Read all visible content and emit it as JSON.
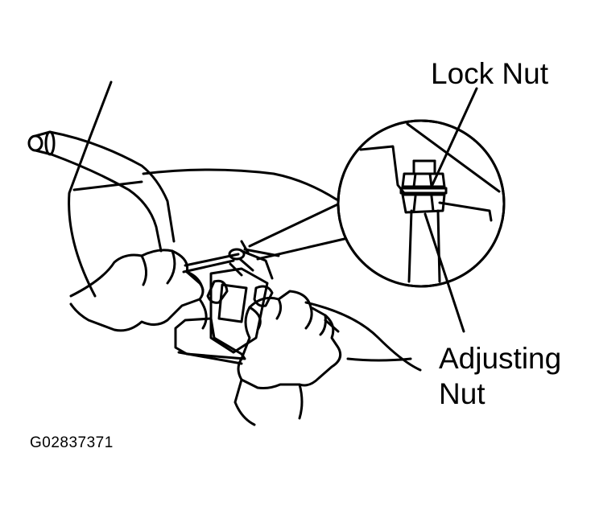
{
  "callouts": {
    "lock_nut": "Lock Nut",
    "adjusting_nut_line1": "Adjusting",
    "adjusting_nut_line2": "Nut"
  },
  "figure_code": "G02837371",
  "colors": {
    "ink": "#000000",
    "paper": "#ffffff"
  }
}
